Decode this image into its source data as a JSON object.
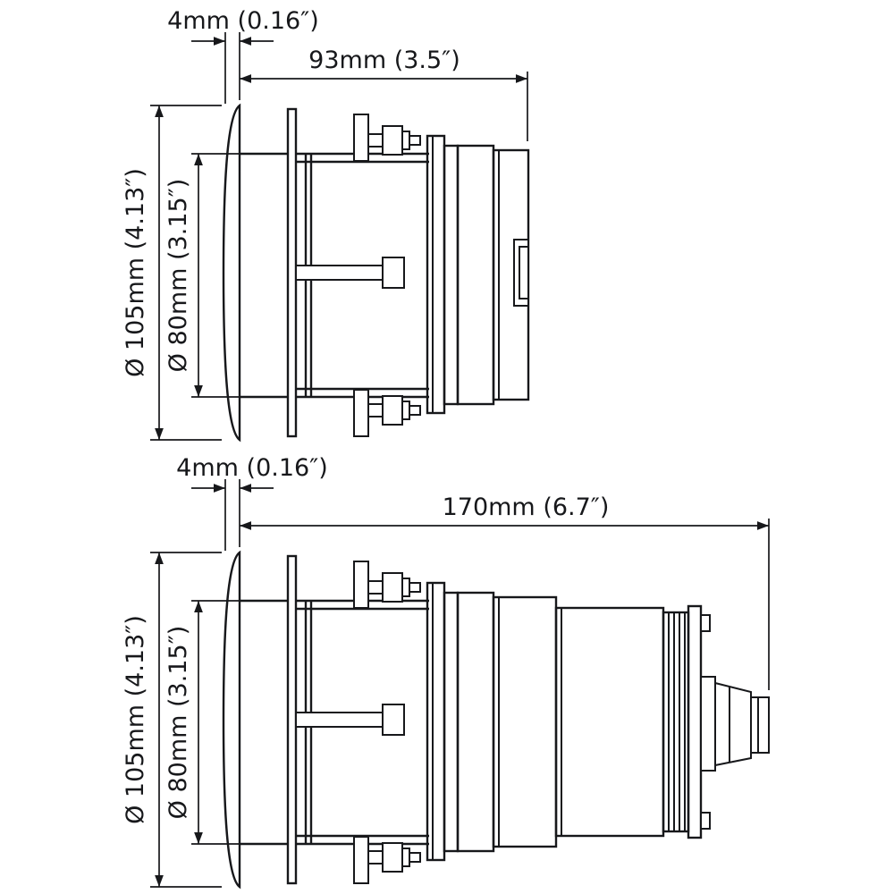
{
  "style": {
    "line_color": "#17181b",
    "background": "#ffffff"
  },
  "views": [
    {
      "name": "short-body-side-view",
      "dims": {
        "flange_thickness": "4mm (0.16″)",
        "length": "93mm (3.5″)",
        "flange_diameter": "Ø 105mm (4.13″)",
        "body_diameter": "Ø 80mm (3.15″)"
      }
    },
    {
      "name": "long-body-side-view",
      "dims": {
        "flange_thickness": "4mm (0.16″)",
        "length": "170mm (6.7″)",
        "flange_diameter": "Ø 105mm (4.13″)",
        "body_diameter": "Ø 80mm (3.15″)"
      }
    }
  ]
}
